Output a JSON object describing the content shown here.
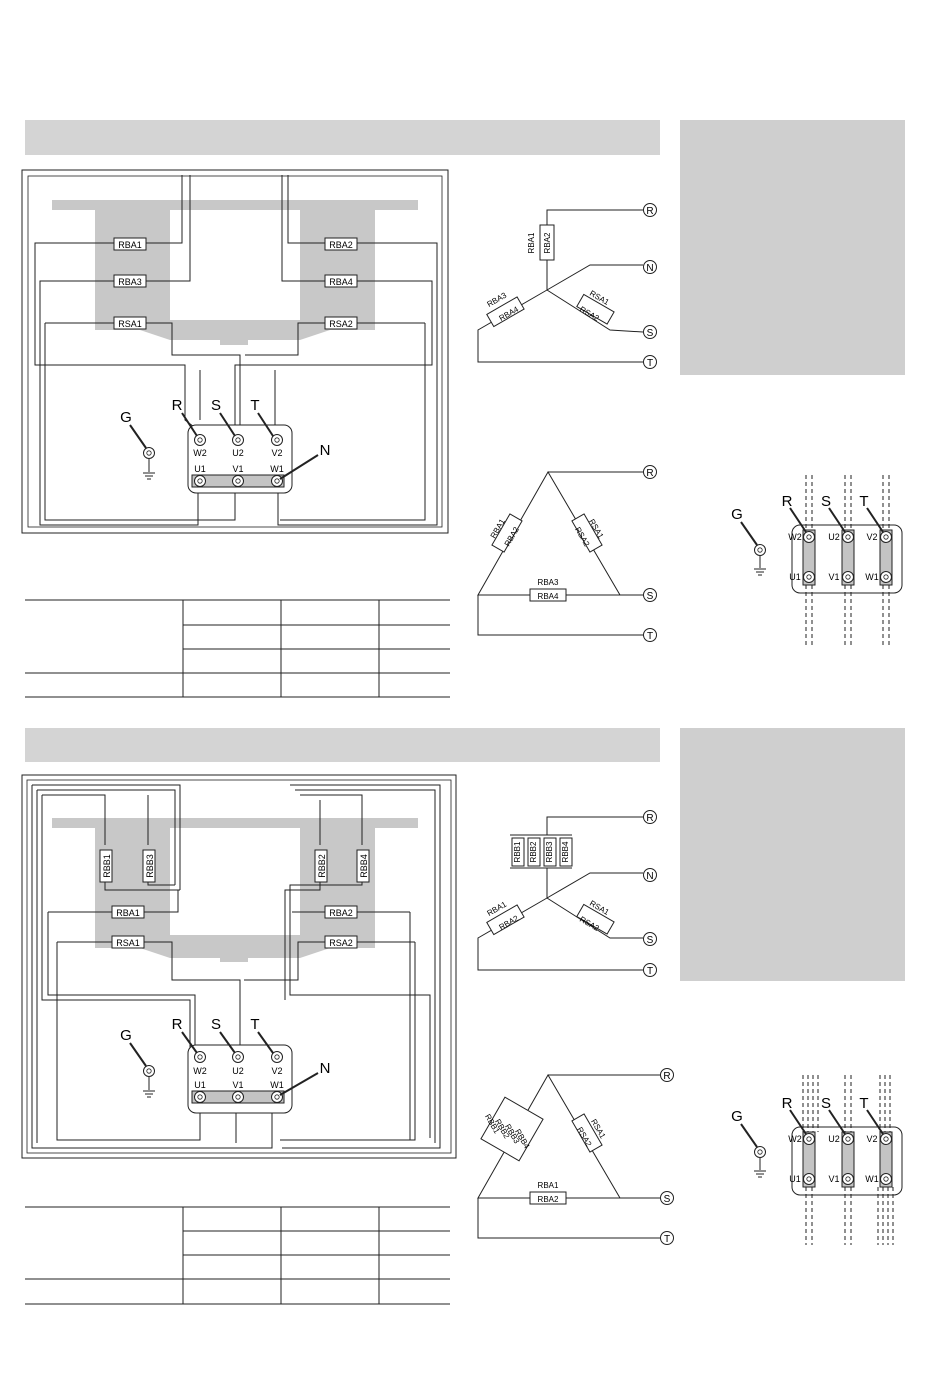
{
  "terminal_letters": {
    "r": "R",
    "s": "S",
    "t": "T",
    "g": "G",
    "n": "N"
  },
  "terminals": {
    "w2": "W2",
    "u2": "U2",
    "v2": "V2",
    "u1": "U1",
    "v1": "V1",
    "w1": "W1"
  },
  "top": {
    "labels": {
      "rba1": "RBA1",
      "rba2": "RBA2",
      "rba3": "RBA3",
      "rba4": "RBA4",
      "rsa1": "RSA1",
      "rsa2": "RSA2"
    }
  },
  "bottom": {
    "labels": {
      "rbb1": "RBB1",
      "rbb2": "RBB2",
      "rbb3": "RBB3",
      "rbb4": "RBB4",
      "rba1": "RBA1",
      "rba2": "RBA2",
      "rsa1": "RSA1",
      "rsa2": "RSA2"
    }
  },
  "colors": {
    "grey_band": "#d4d4d4",
    "grey_panel": "#cfcfcf",
    "board": "#c4c4c4",
    "ink": "#222222"
  }
}
